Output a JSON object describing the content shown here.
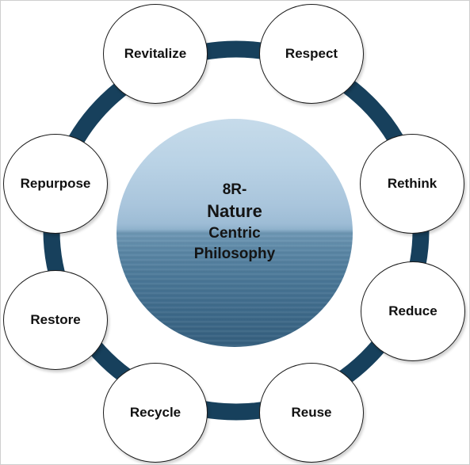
{
  "center": {
    "line1": "8R-",
    "line2": "Nature",
    "line3": "Centric",
    "line4": "Philosophy"
  },
  "nodes": {
    "revitalize": "Revitalize",
    "respect": "Respect",
    "rethink": "Rethink",
    "reduce": "Reduce",
    "reuse": "Reuse",
    "recycle": "Recycle",
    "restore": "Restore",
    "repurpose": "Repurpose"
  },
  "colors": {
    "ring": "#17405c",
    "node_fill": "#ffffff",
    "node_border": "#1a1a1a"
  }
}
